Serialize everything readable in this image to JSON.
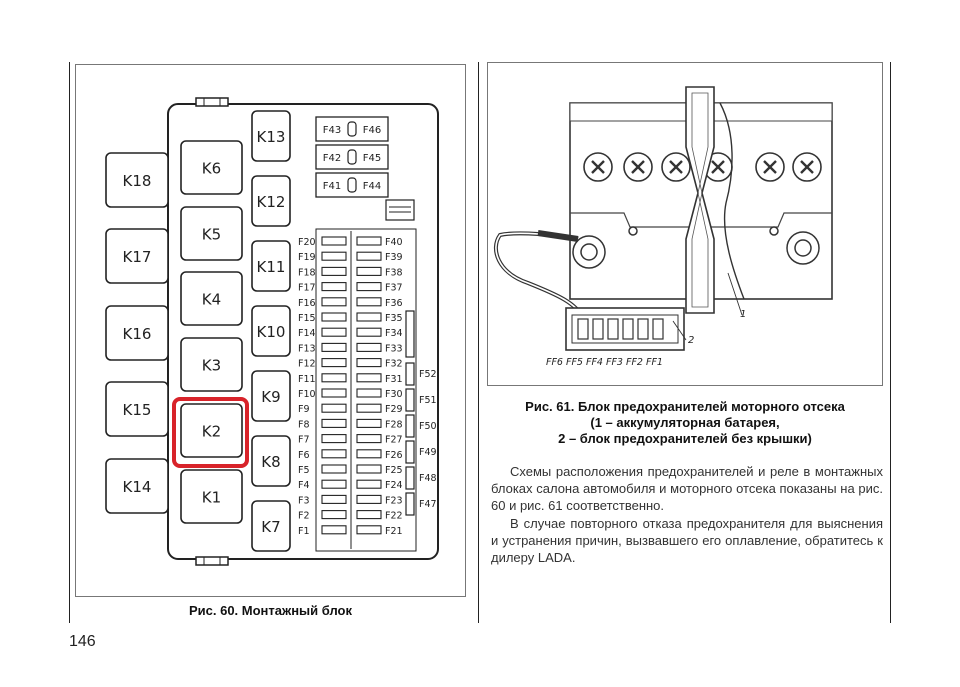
{
  "page_number": "146",
  "fig60": {
    "caption": "Рис. 60. Монтажный блок",
    "relays_left": [
      "K18",
      "K17",
      "K16",
      "K15",
      "K14"
    ],
    "relays_center": [
      "K6",
      "K5",
      "K4",
      "K3",
      "K2",
      "K1"
    ],
    "relays_right": [
      "K13",
      "K12",
      "K11",
      "K10",
      "K9",
      "K8",
      "K7"
    ],
    "top_fuses": [
      [
        "F43",
        "F46"
      ],
      [
        "F42",
        "F45"
      ],
      [
        "F41",
        "F44"
      ]
    ],
    "fuses_left": [
      "F20",
      "F19",
      "F18",
      "F17",
      "F16",
      "F15",
      "F14",
      "F13",
      "F12",
      "F11",
      "F10",
      "F9",
      "F8",
      "F7",
      "F6",
      "F5",
      "F4",
      "F3",
      "F2",
      "F1"
    ],
    "fuses_mid": [
      "F40",
      "F39",
      "F38",
      "F37",
      "F36",
      "F35",
      "F34",
      "F33",
      "F32",
      "F31",
      "F30",
      "F29",
      "F28",
      "F27",
      "F26",
      "F25",
      "F24",
      "F23",
      "F22",
      "F21"
    ],
    "fuses_side": [
      "F52",
      "F51",
      "F50",
      "F49",
      "F48",
      "F47"
    ],
    "highlight": "K2",
    "highlight_color": "#d8232a"
  },
  "fig61": {
    "caption_line1": "Рис. 61. Блок предохранителей моторного отсека",
    "caption_line2": "(1 – аккумуляторная батарея,",
    "caption_line3": "2 – блок предохранителей без крышки)",
    "fuse_labels": [
      "FF6",
      "FF5",
      "FF4",
      "FF3",
      "FF2",
      "FF1"
    ],
    "callout_1": "1",
    "callout_2": "2"
  },
  "text": {
    "para1": "Схемы расположения предохранителей и реле в монтажных блоках салона автомобиля и моторного отсека показаны на рис. 60 и рис. 61 соответственно.",
    "para2": "В случае повторного отказа предохранителя для выяснения и устранения причин, вызвавшего его оплавление, обратитесь к дилеру LADA."
  }
}
